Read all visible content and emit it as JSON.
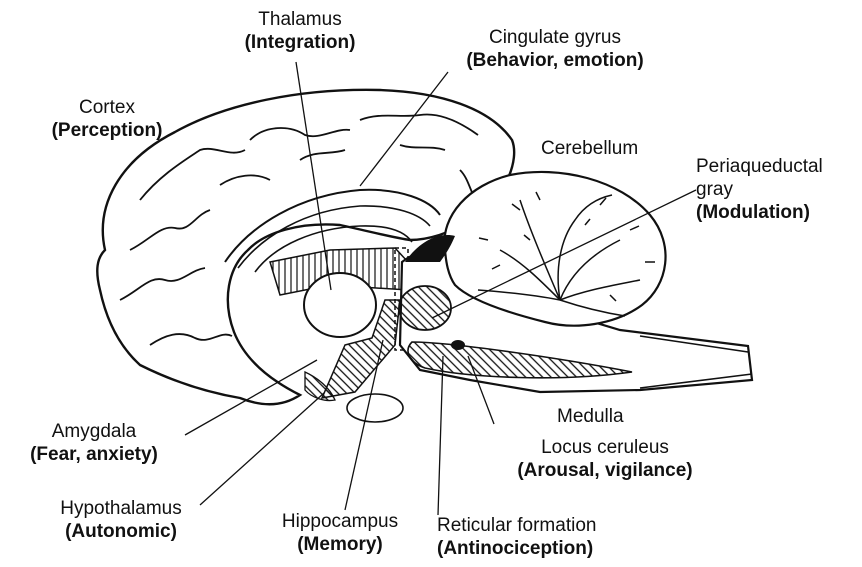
{
  "labels": {
    "thalamus": {
      "name": "Thalamus",
      "function": "(Integration)"
    },
    "cingulate": {
      "name": "Cingulate gyrus",
      "function": "(Behavior, emotion)"
    },
    "cortex": {
      "name": "Cortex",
      "function": "(Perception)"
    },
    "cerebellum": {
      "name": "Cerebellum"
    },
    "pag": {
      "name_line1": "Periaqueductal",
      "name_line2": "gray",
      "function": "(Modulation)"
    },
    "medulla": {
      "name": "Medulla"
    },
    "amygdala": {
      "name": "Amygdala",
      "function": "(Fear, anxiety)"
    },
    "locus": {
      "name": "Locus ceruleus",
      "function": "(Arousal, vigilance)"
    },
    "hypothalamus": {
      "name": "Hypothalamus",
      "function": "(Autonomic)"
    },
    "hippocampus": {
      "name": "Hippocampus",
      "function": "(Memory)"
    },
    "reticular": {
      "name": "Reticular formation",
      "function": "(Antinociception)"
    }
  },
  "colors": {
    "ink": "#111111",
    "background": "#ffffff"
  }
}
